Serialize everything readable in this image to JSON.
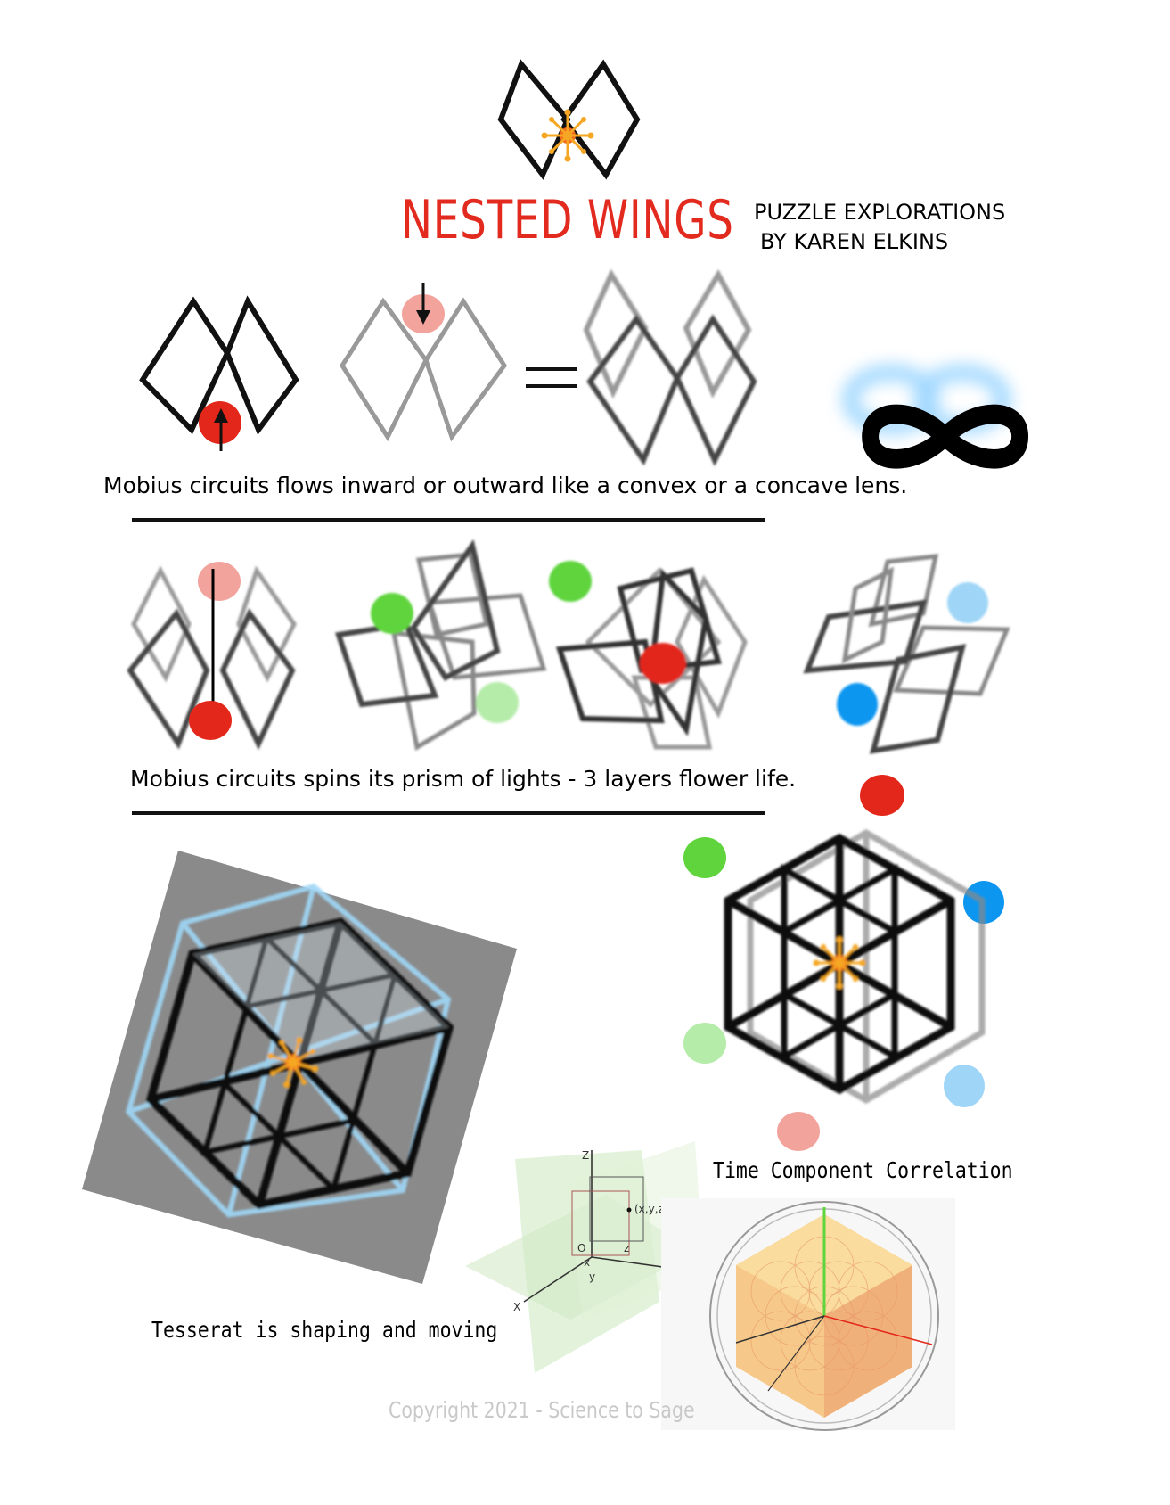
{
  "header": {
    "title": "NESTED WINGS",
    "byline_line1": "PUZZLE EXPLORATIONS",
    "byline_line2": "BY KAREN ELKINS"
  },
  "captions": {
    "row1": "Mobius circuits flows inward or outward like a convex or a concave lens.",
    "row2": "Mobius circuits spins its prism of lights - 3 layers flower life.",
    "time_component": "Time Component Correlation",
    "tesserat": "Tesserat is shaping and moving"
  },
  "axes_figure": {
    "z_label": "Z",
    "y_label": "Y",
    "x_label": "X",
    "origin_label": "O",
    "point_label": "(x,y,z)",
    "z_small": "z",
    "x_small": "x",
    "y_small": "y"
  },
  "footer": {
    "copyright": "Copyright 2021 - Science to Sage"
  },
  "colors": {
    "title_red": "#e22a1f",
    "dot_red": "#e3281b",
    "dot_pink": "#f2a39c",
    "dot_green": "#5fd43c",
    "dot_light_green": "#b6ecaa",
    "dot_blue": "#0d96f0",
    "dot_light_blue": "#9fd6f7",
    "infinity_glow": "#8fd0ff",
    "tesseract_bg": "#8a8a8a",
    "spark_orange": "#f5a623"
  },
  "icons": [
    "nested-wings-logo-icon",
    "infinity-icon",
    "equals-icon",
    "arrow-up-icon",
    "arrow-down-icon",
    "spark-icon"
  ]
}
